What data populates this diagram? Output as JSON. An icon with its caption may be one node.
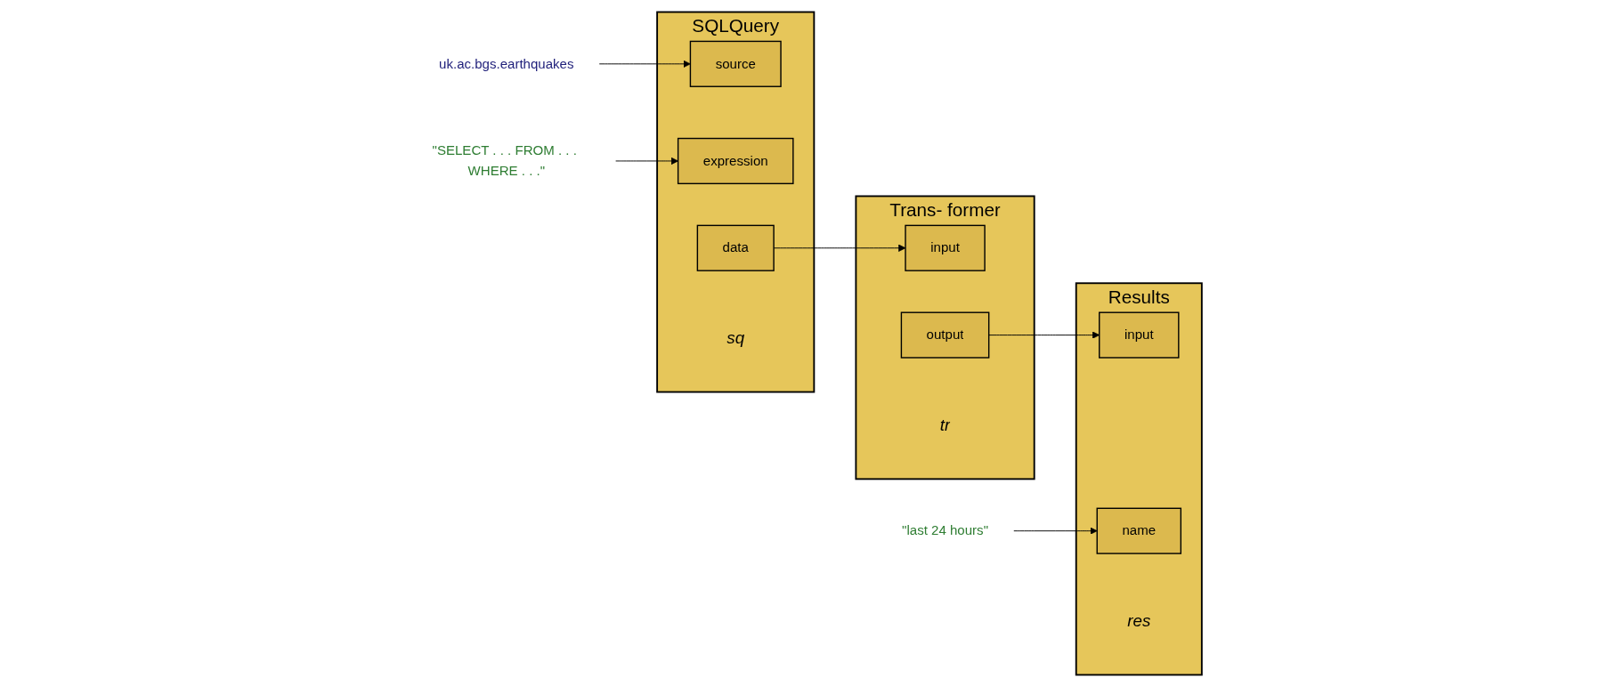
{
  "diagram": {
    "nodes": [
      {
        "text": [
          "SQLQuery"
        ],
        "beside": [
          "sq"
        ]
      },
      {
        "text": [
          "source"
        ],
        "in": 0
      },
      {
        "text": [
          "expression"
        ],
        "in": 0
      },
      {
        "text": [
          "data"
        ],
        "in": 0
      },
      {
        "text": [
          "Trans- former"
        ],
        "beside": [
          "tr"
        ]
      },
      {
        "text": [
          "input"
        ],
        "in": 4
      },
      {
        "text": [
          "output"
        ],
        "in": 4
      },
      {
        "text": [
          "Results"
        ],
        "beside": [
          "res"
        ]
      },
      {
        "text": [
          "input"
        ],
        "in": 7
      },
      {
        "text": [
          "name"
        ],
        "in": 7
      },
      {
        "text": [
          "uk.ac.bgs.earthquakes"
        ]
      },
      {
        "text": [
          "\"SELECT . . . FROM . . . WHERE . . .\""
        ]
      },
      {
        "text": [
          "\"last 24 hours\""
        ]
      }
    ],
    "edges": [
      {
        "from": 10,
        "to": 1,
        "arrow": "to"
      },
      {
        "from": 11,
        "to": 2,
        "arrow": "to"
      },
      {
        "from": 3,
        "to": 5,
        "arrow": "to"
      },
      {
        "from": 6,
        "to": 8,
        "arrow": "to"
      },
      {
        "from": 12,
        "to": 9,
        "arrow": "to"
      }
    ]
  }
}
